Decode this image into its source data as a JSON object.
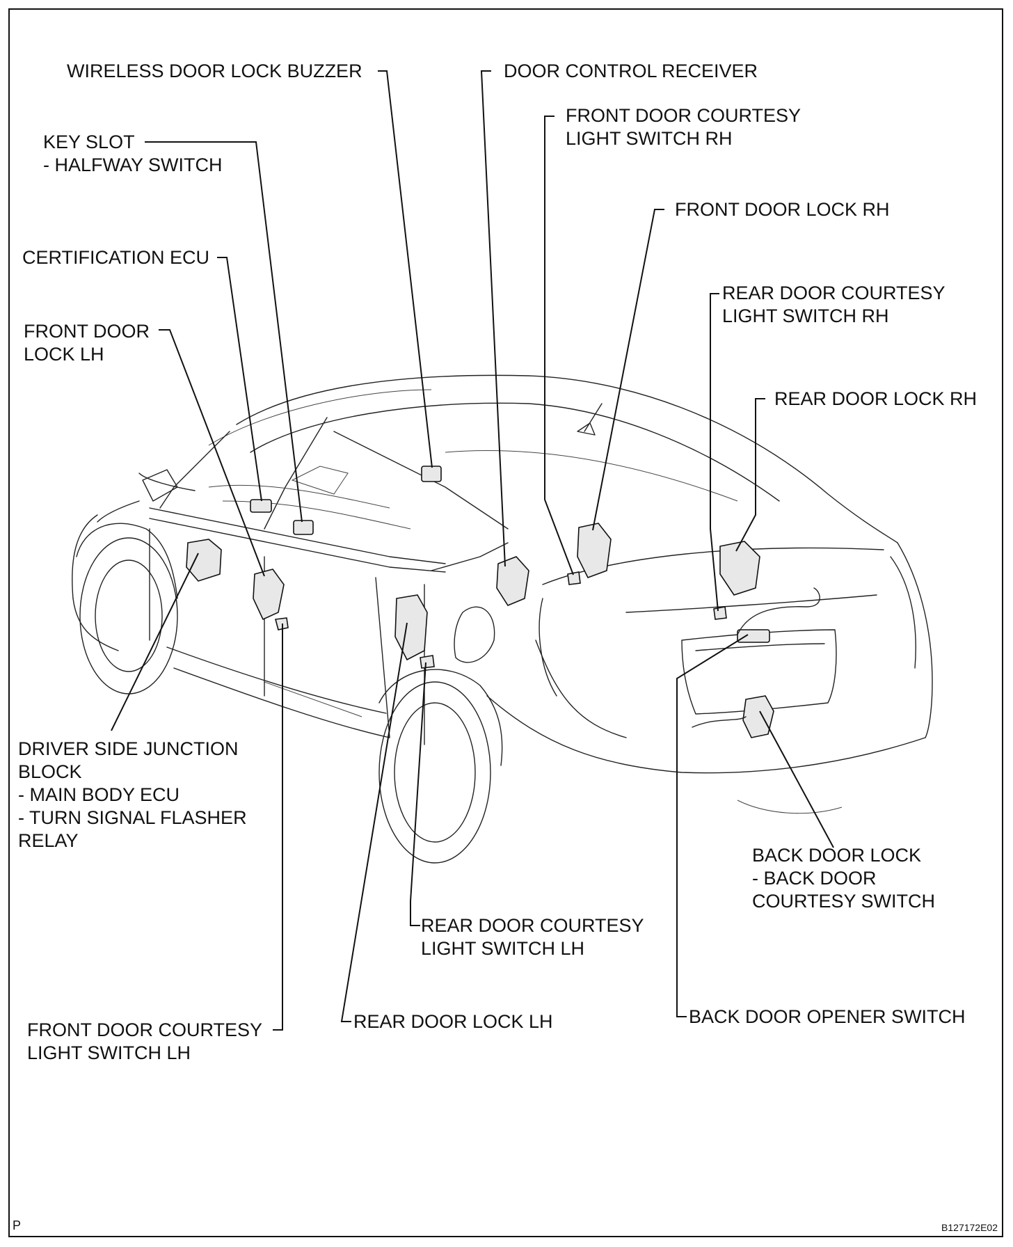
{
  "labels": {
    "wireless_buzzer": "WIRELESS DOOR LOCK BUZZER",
    "door_control_receiver": "DOOR CONTROL RECEIVER",
    "front_courtesy_rh": [
      "FRONT DOOR COURTESY",
      "LIGHT SWITCH RH"
    ],
    "key_slot": [
      "KEY SLOT",
      "- HALFWAY SWITCH"
    ],
    "front_lock_rh": "FRONT DOOR LOCK RH",
    "certification_ecu": "CERTIFICATION ECU",
    "rear_courtesy_rh": [
      "REAR DOOR COURTESY",
      "LIGHT SWITCH RH"
    ],
    "front_lock_lh": [
      "FRONT DOOR",
      "LOCK LH"
    ],
    "rear_lock_rh": "REAR DOOR LOCK RH",
    "driver_jb": [
      "DRIVER SIDE JUNCTION",
      "BLOCK",
      "- MAIN BODY ECU",
      "- TURN SIGNAL FLASHER",
      "RELAY"
    ],
    "back_door_lock": [
      "BACK DOOR LOCK",
      "- BACK DOOR",
      "COURTESY SWITCH"
    ],
    "rear_courtesy_lh": [
      "REAR DOOR COURTESY",
      "LIGHT SWITCH LH"
    ],
    "front_courtesy_lh": [
      "FRONT DOOR COURTESY",
      "LIGHT SWITCH LH"
    ],
    "rear_lock_lh": "REAR DOOR LOCK LH",
    "back_door_opener": "BACK DOOR OPENER SWITCH"
  },
  "page_marker": "P",
  "figure_code": "B127172E02"
}
